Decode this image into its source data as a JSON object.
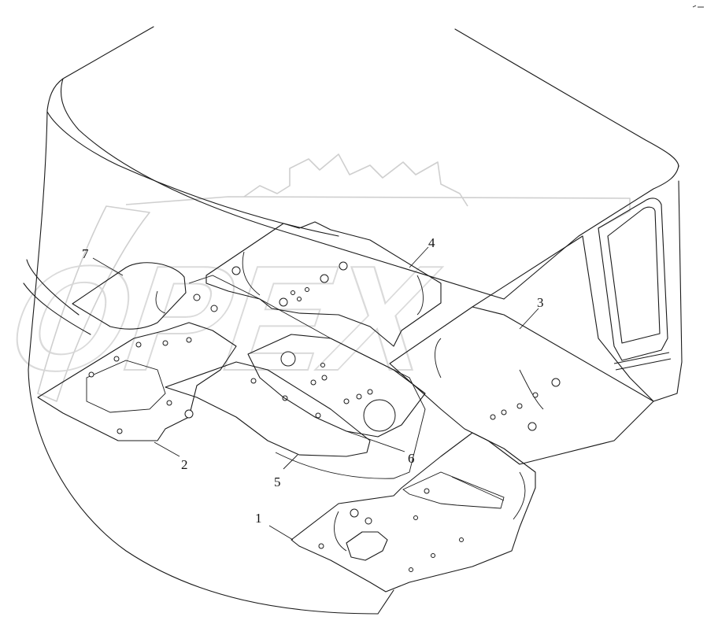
{
  "callouts": {
    "c1": "1",
    "c2": "2",
    "c3": "3",
    "c4": "4",
    "c5": "5",
    "c6": "6",
    "c7": "7"
  },
  "watermark": {
    "text": "OPEX"
  },
  "colors": {
    "line": "#1a1a1a",
    "watermark": "#cfcfcf",
    "background": "#ffffff"
  }
}
